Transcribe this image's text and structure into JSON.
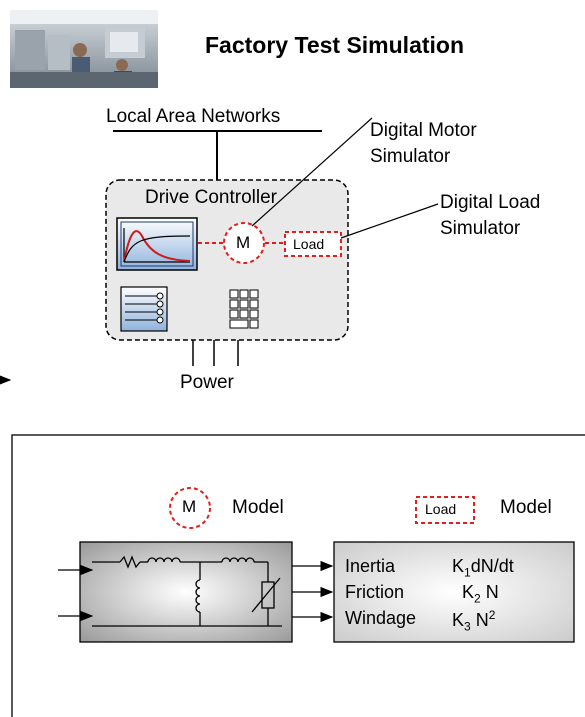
{
  "title": "Factory Test Simulation",
  "top": {
    "network_label": "Local Area Networks",
    "controller_label": "Drive Controller",
    "motor_symbol": "M",
    "load_box": "Load",
    "motor_sim_line1": "Digital  Motor",
    "motor_sim_line2": "Simulator",
    "load_sim_line1": "Digital  Load",
    "load_sim_line2": "Simulator",
    "power_label": "Power"
  },
  "bottom": {
    "motor_symbol": "M",
    "motor_model_label": "Model",
    "load_box": "Load",
    "load_model_label": "Model",
    "equations": [
      {
        "name": "Inertia",
        "k": "K",
        "sub": "1",
        "expr": "dN/dt",
        "sup": ""
      },
      {
        "name": "Friction",
        "k": "K",
        "sub": "2",
        "expr": " N",
        "sup": ""
      },
      {
        "name": "Windage",
        "k": "K",
        "sub": "3",
        "expr": " N",
        "sup": "2"
      }
    ]
  },
  "colors": {
    "accent_red": "#e0201c",
    "panel_blue": "#2a4f8c",
    "arrow": "#000000"
  },
  "icons": [
    "factory-photo",
    "scope-trace-icon",
    "meter-icon",
    "keypad-icon",
    "inductor-icon",
    "rheostat-icon"
  ]
}
